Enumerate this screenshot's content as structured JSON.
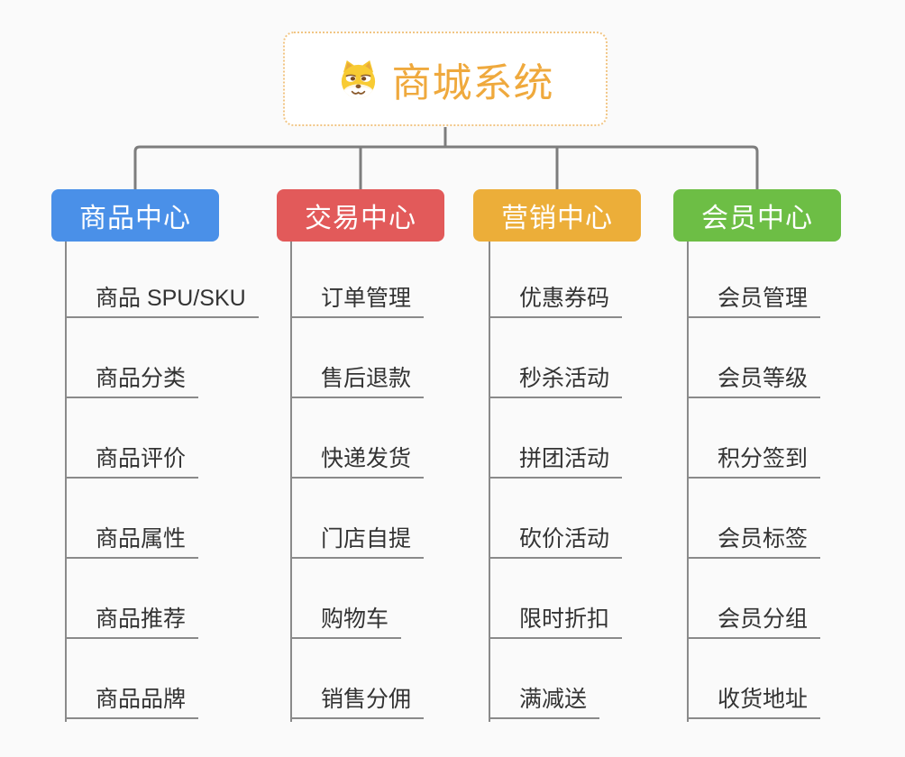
{
  "root": {
    "title": "商城系统",
    "icon": "doge-icon",
    "title_color": "#EFA93D",
    "border_color": "#F1C584"
  },
  "branches": [
    {
      "label": "商品中心",
      "color": "#4A90E8",
      "items": [
        "商品 SPU/SKU",
        "商品分类",
        "商品评价",
        "商品属性",
        "商品推荐",
        "商品品牌"
      ]
    },
    {
      "label": "交易中心",
      "color": "#E25A5A",
      "items": [
        "订单管理",
        "售后退款",
        "快递发货",
        "门店自提",
        "购物车",
        "销售分佣"
      ]
    },
    {
      "label": "营销中心",
      "color": "#ECAE39",
      "items": [
        "优惠券码",
        "秒杀活动",
        "拼团活动",
        "砍价活动",
        "限时折扣",
        "满减送"
      ]
    },
    {
      "label": "会员中心",
      "color": "#6DBE45",
      "items": [
        "会员管理",
        "会员等级",
        "积分签到",
        "会员标签",
        "会员分组",
        "收货地址"
      ]
    }
  ],
  "style": {
    "connector_color": "#7D7D7D",
    "underline_color": "#8A8A8A",
    "background": "#FAFAFA",
    "item_text_color": "#333333"
  }
}
